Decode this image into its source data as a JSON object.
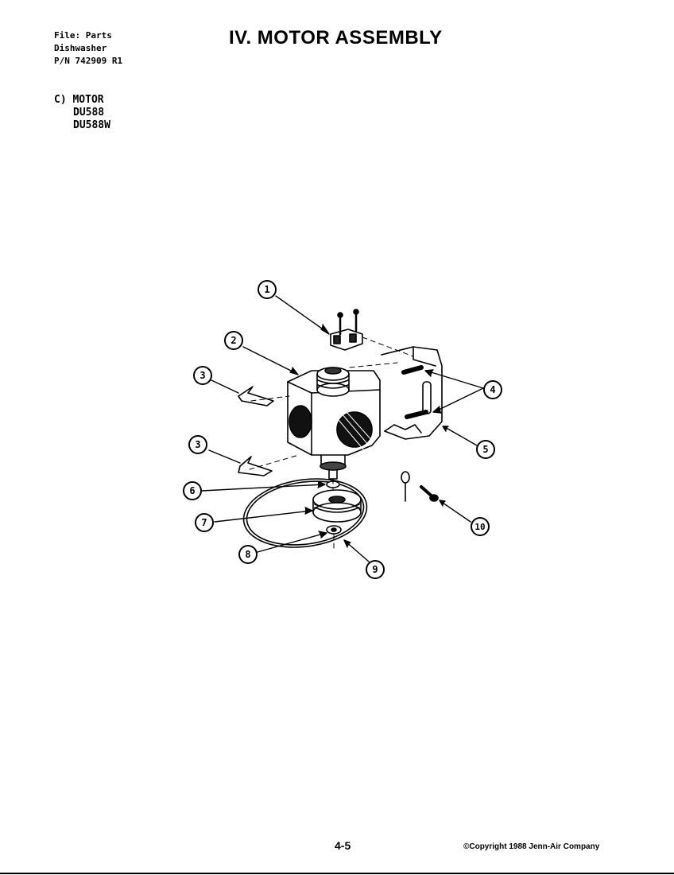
{
  "header": {
    "file_line": "File: Parts",
    "product_line": "Dishwasher",
    "pn_line": "P/N 742909 R1"
  },
  "title": "IV. MOTOR ASSEMBLY",
  "section": {
    "heading": "C) MOTOR",
    "models": [
      "DU588",
      "DU588W"
    ]
  },
  "diagram": {
    "callouts": [
      "1",
      "2",
      "3",
      "3",
      "4",
      "5",
      "6",
      "7",
      "8",
      "9",
      "10"
    ]
  },
  "footer": {
    "page_number": "4-5",
    "copyright": "©Copyright 1988 Jenn-Air Company"
  }
}
